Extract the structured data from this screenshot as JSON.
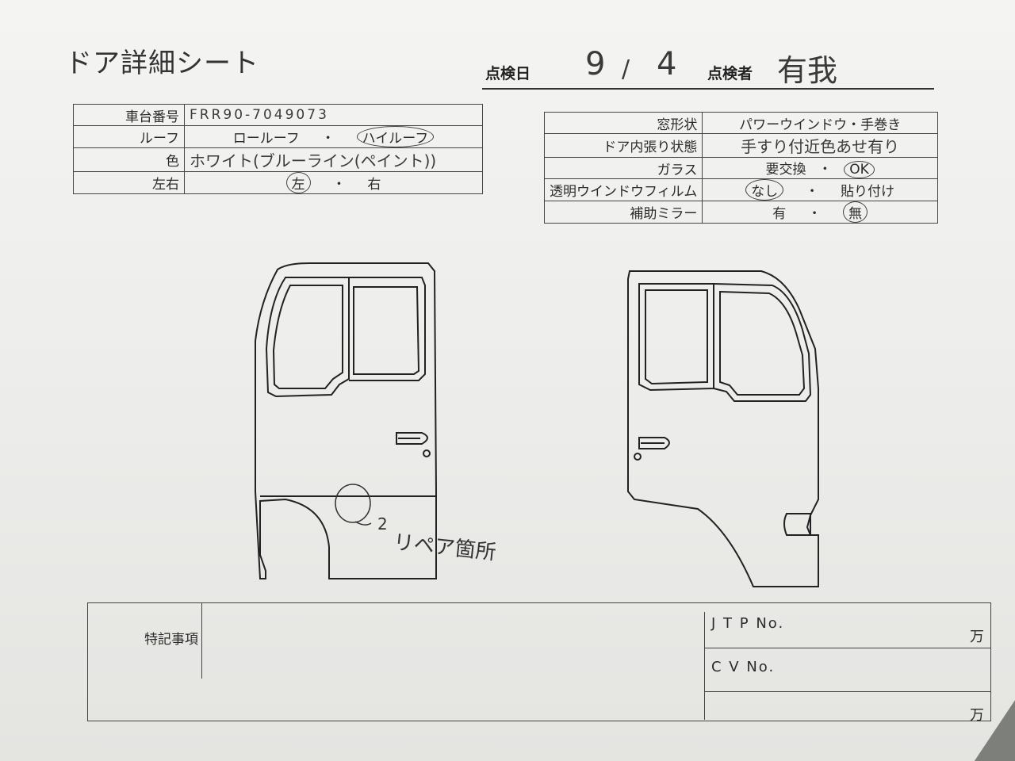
{
  "title": "ドア詳細シート",
  "inspection": {
    "date_label": "点検日",
    "date_month": "9",
    "date_sep": "/",
    "date_day": "4",
    "inspector_label": "点検者",
    "inspector_name": "有我"
  },
  "left_table": [
    {
      "label": "車台番号",
      "value": "FRR90-7049073"
    },
    {
      "label": "ルーフ",
      "option1": "ロールーフ",
      "sep": "・",
      "option2": "ハイルーフ"
    },
    {
      "label": "色",
      "value": "ホワイト(ブルーライン(ペイント))"
    },
    {
      "label": "左右",
      "option1": "左",
      "sep": "・",
      "option2": "右"
    }
  ],
  "right_table": [
    {
      "label": "窓形状",
      "value": "パワーウインドウ・手巻き"
    },
    {
      "label": "ドア内張り状態",
      "value": "手すり付近色あせ有り"
    },
    {
      "label": "ガラス",
      "option1": "要交換",
      "sep": "・",
      "option2": "OK"
    },
    {
      "label": "透明ウインドウフィルム",
      "option1": "なし",
      "sep": "・",
      "option2": "貼り付け"
    },
    {
      "label": "補助ミラー",
      "option1": "有",
      "sep": "・",
      "option2": "無"
    }
  ],
  "annotation": {
    "number": "2",
    "text": "リペア箇所"
  },
  "notes": {
    "label": "特記事項",
    "jtp_label": "J T P No.",
    "cv_label": "C V No.",
    "unit": "万"
  }
}
